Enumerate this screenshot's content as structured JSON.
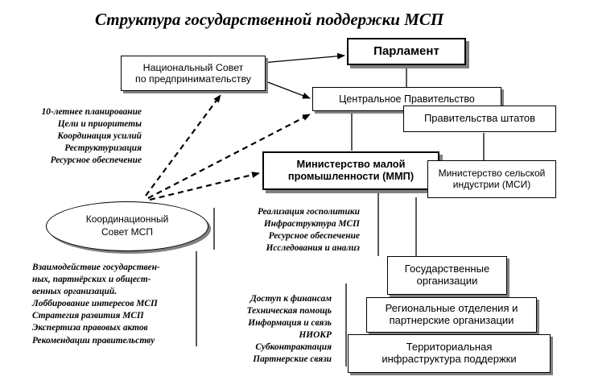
{
  "title": "Структура государственной поддержки МСП",
  "boxes": {
    "national_council": [
      "Национальный Совет",
      "по предпринимательству"
    ],
    "parliament": "Парламент",
    "central_government": "Центральное Правительство",
    "state_governments": "Правительства штатов",
    "ministry_small_industry": [
      "Министерство малой",
      "промышленности (ММП)"
    ],
    "ministry_rural_industry": [
      "Министерство сельской",
      "индустрии (МСИ)"
    ],
    "coordination_council": [
      "Координационный",
      "Совет МСП"
    ],
    "state_organizations": [
      "Государственные",
      "организации"
    ],
    "regional_branches": [
      "Региональные отделения и",
      "партнерские организации"
    ],
    "territorial_infrastructure": [
      "Территориальная",
      "инфраструктура поддержки"
    ]
  },
  "lists": {
    "national_council_functions": [
      "10-летнее планирование",
      "Цели и приоритеты",
      "Координация усилий",
      "Реструктуризация",
      "Ресурсное обеспечение"
    ],
    "ministry_functions": [
      "Реализация госполитики",
      "Инфраструктура  МСП",
      "Ресурсное обеспечение",
      "Исследования и анализ"
    ],
    "coordination_council_functions": [
      "Взаимодействие государствен-",
      "ных, партнёрских и общест-",
      "венных организаций.",
      "Лоббирование интересов МСП",
      "Стратегия развития МСП",
      "Экспертиза правовых актов",
      "Рекомендации правительству"
    ],
    "support_services": [
      "Доступ к финансам",
      "Техническая помощь",
      "Информация и связь",
      "НИОКР",
      "Субконтрактация",
      "Партнерские связи"
    ]
  }
}
